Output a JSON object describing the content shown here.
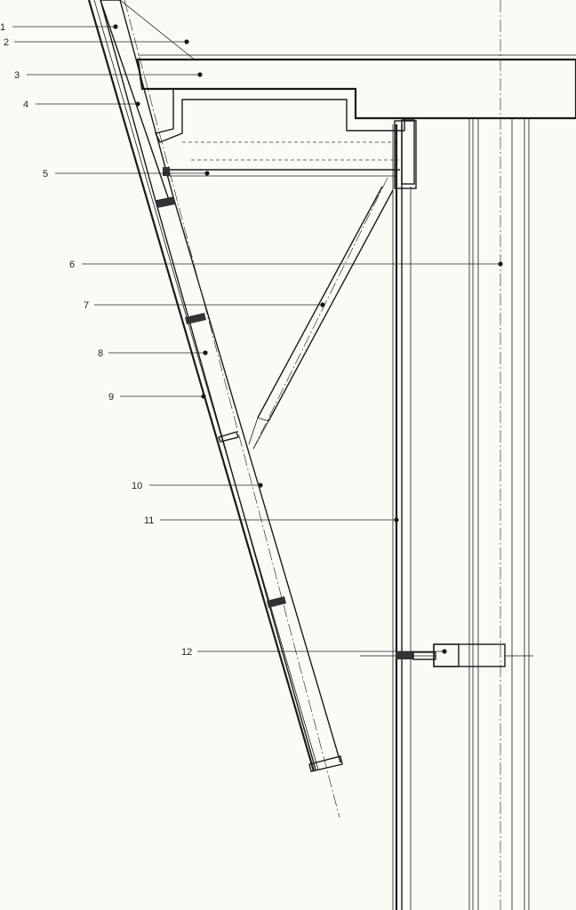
{
  "callouts": [
    {
      "label": "1"
    },
    {
      "label": "2"
    },
    {
      "label": "3"
    },
    {
      "label": "4"
    },
    {
      "label": "5"
    },
    {
      "label": "6"
    },
    {
      "label": "7"
    },
    {
      "label": "8"
    },
    {
      "label": "9"
    },
    {
      "label": "10"
    },
    {
      "label": "11"
    },
    {
      "label": "12"
    }
  ],
  "colors": {
    "paper": "#fbfbf6",
    "ink": "#1a1a1a"
  }
}
